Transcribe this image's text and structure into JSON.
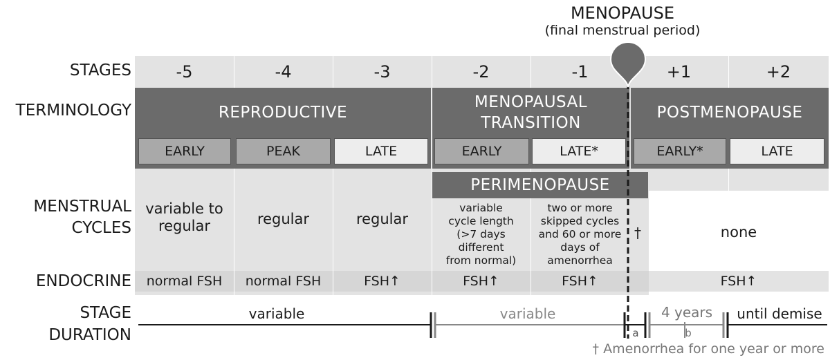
{
  "menopause": {
    "title": "MENOPAUSE",
    "subtitle": "(final menstrual period)"
  },
  "row_labels": {
    "stages": "STAGES",
    "terminology": "TERMINOLOGY",
    "menstrual_1": "MENSTRUAL",
    "menstrual_2": "CYCLES",
    "endocrine": "ENDOCRINE",
    "duration_1": "STAGE",
    "duration_2": "DURATION"
  },
  "stages": [
    "-5",
    "-4",
    "-3",
    "-2",
    "-1",
    "+1",
    "+2"
  ],
  "terminology": {
    "reproductive": "REPRODUCTIVE",
    "transition_1": "MENOPAUSAL",
    "transition_2": "TRANSITION",
    "postmenopause": "POSTMENOPAUSE",
    "perimenopause": "PERIMENOPAUSE",
    "sub": [
      "EARLY",
      "PEAK",
      "LATE",
      "EARLY",
      "LATE*",
      "EARLY*",
      "LATE"
    ]
  },
  "menstrual": {
    "s5_1": "variable to",
    "s5_2": "regular",
    "s4": "regular",
    "s3": "regular",
    "s2": [
      "variable",
      "cycle length",
      "(>7 days",
      "different",
      "from normal)"
    ],
    "s1": [
      "two or more",
      "skipped cycles",
      "and 60 or more",
      "days of",
      "amenorrhea"
    ],
    "dagger": "†",
    "post": "none"
  },
  "endocrine": {
    "s5": "normal FSH",
    "s4": "normal FSH",
    "s3": "FSH↑",
    "s2": "FSH↑",
    "s1": "FSH↑",
    "post": "FSH↑"
  },
  "duration": {
    "reproductive": "variable",
    "transition": "variable",
    "early_post": "4 years",
    "a": "a",
    "b": "b",
    "late_post": "until demise"
  },
  "footnote": "† Amenorrhea for one year or more",
  "colors": {
    "dark_band": "#6b6b6b",
    "background_band": "#e3e3e3",
    "mid_box": "#a9a9a9",
    "light_box": "#ededed",
    "transition_line": "#888888"
  }
}
